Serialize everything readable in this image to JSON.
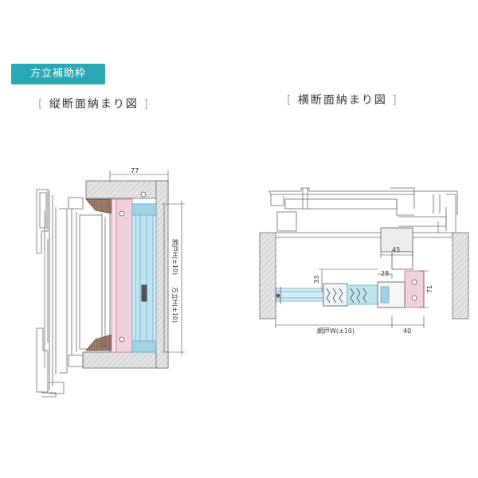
{
  "badge_label": "方立補助枠",
  "headings": {
    "vertical_section": "縦断面納まり図",
    "horizontal_section": "横断面納まり図",
    "bracket_open": "[",
    "bracket_close": "]"
  },
  "dimensions": {
    "vertical": {
      "width_77": "77",
      "screen_height_1": "網戸H(±10)",
      "screen_height_2": "方立H(±10)"
    },
    "horizontal": {
      "dim_45": "45",
      "dim_33": "33",
      "dim_28": "28",
      "dim_71": "71",
      "dim_40": "40",
      "screen_width": "網戸W(±10)"
    }
  },
  "colors": {
    "badge": "#2aa8b6",
    "wall_hatch": "#c8c8c8",
    "pink_frame": "#f2cfdc",
    "blue_screen": "#bfe3f0",
    "brown_seal": "#8b6a5a"
  }
}
